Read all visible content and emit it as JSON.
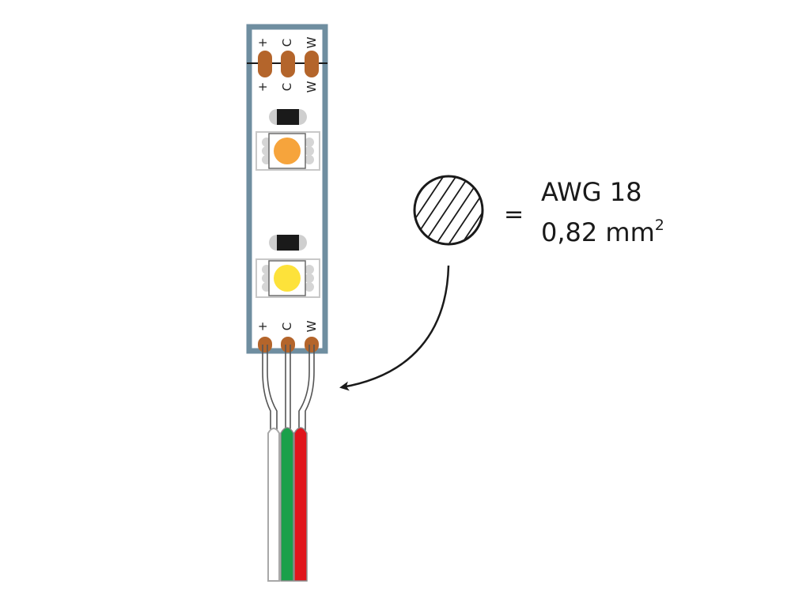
{
  "colors": {
    "strip_border": "#6f8ea0",
    "strip_fill": "#ffffff",
    "pad": "#b4652b",
    "led_warm": "#f6a43c",
    "led_cool": "#fde23a",
    "wire_white": "#ffffff",
    "wire_green": "#1aa04a",
    "wire_red": "#e0151b",
    "ink": "#1a1a1a"
  },
  "pads": [
    "+",
    "C",
    "W"
  ],
  "spec": {
    "equals": "=",
    "awg": "AWG 18",
    "area": "0,82 mm",
    "area_superscript": "2"
  },
  "icons": [
    "hatched-cross-section-icon",
    "curved-arrow-icon"
  ]
}
